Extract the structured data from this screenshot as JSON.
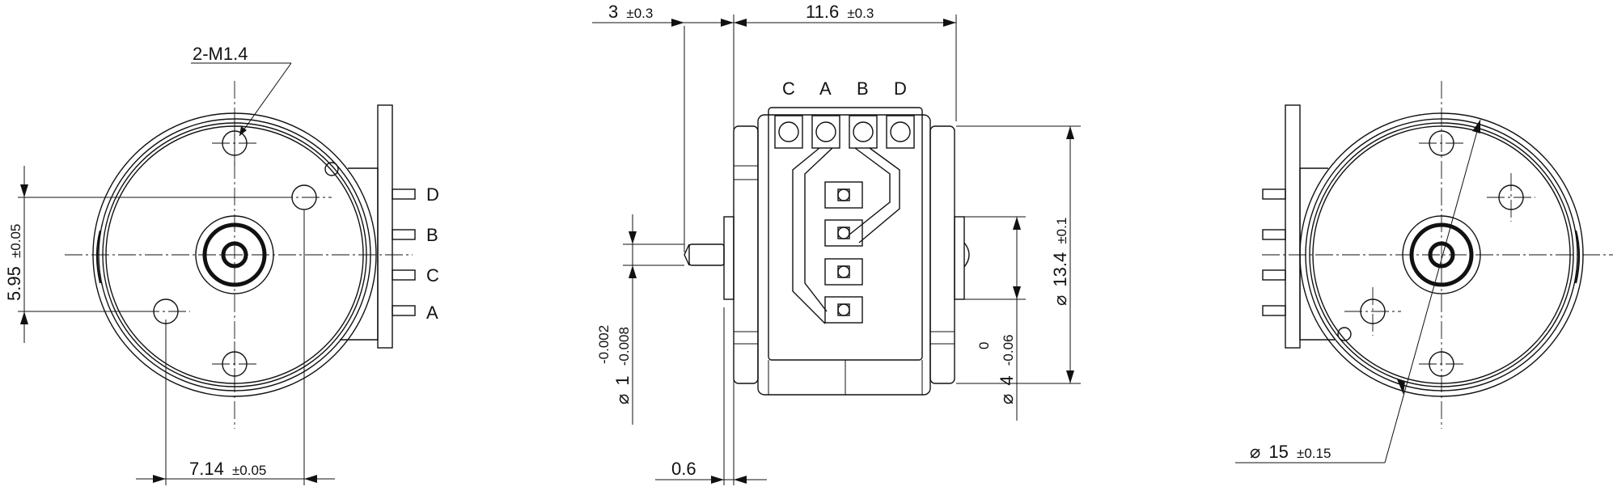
{
  "dimensions": {
    "thread": "2-M1.4",
    "hole_spacing_v_value": "5.95",
    "hole_spacing_v_tol": "±0.05",
    "hole_spacing_h_value": "7.14",
    "hole_spacing_h_tol": "±0.05",
    "shaft_offset_value": "3",
    "shaft_offset_tol": "±0.3",
    "body_length_value": "11.6",
    "body_length_tol": "±0.3",
    "flange_thickness": "0.6",
    "body_dia_value": "13.4",
    "body_dia_tol": "±0.1",
    "boss_dia_value": "4",
    "boss_dia_tol_upper": "0",
    "boss_dia_tol_lower": "-0.06",
    "shaft_dia_value": "1",
    "shaft_dia_tol_upper": "-0.002",
    "shaft_dia_tol_lower": "-0.008",
    "outer_dia_value": "15",
    "outer_dia_tol": "±0.15",
    "diameter_symbol": "⌀"
  },
  "terminals": {
    "side_labels": [
      "D",
      "B",
      "C",
      "A"
    ],
    "top_labels": [
      "C",
      "A",
      "B",
      "D"
    ]
  }
}
